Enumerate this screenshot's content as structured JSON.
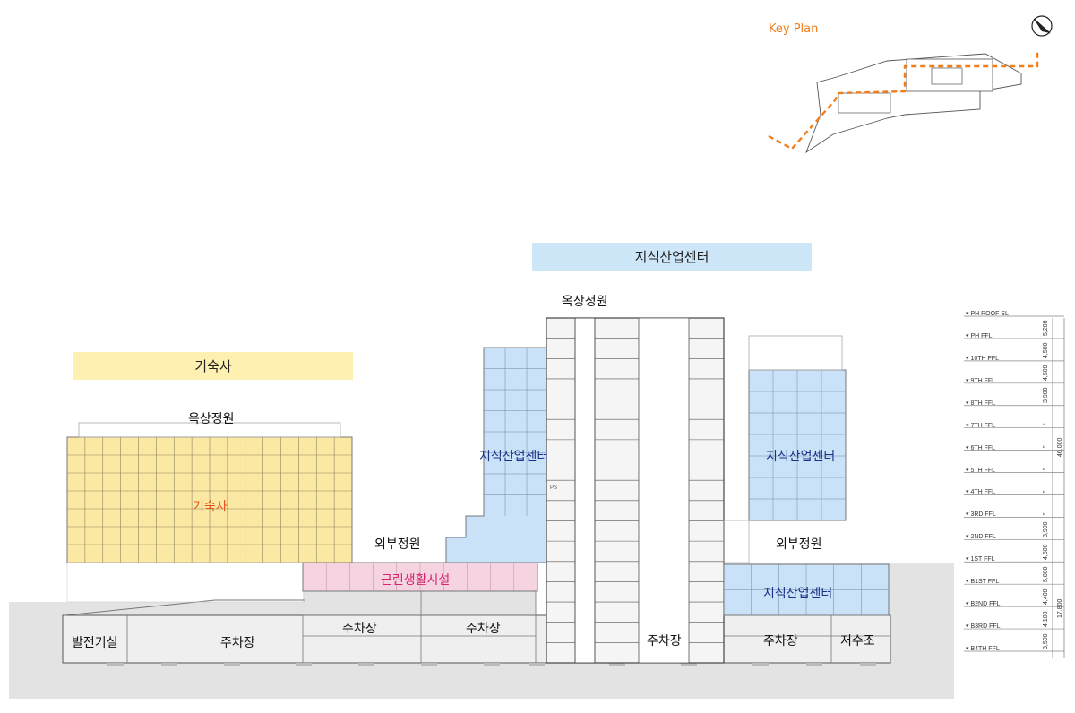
{
  "key_plan": {
    "title": "Key Plan",
    "accent": "#f07c1a"
  },
  "banners": {
    "knowledge_center": "지식산업센터",
    "dormitory": "기숙사"
  },
  "labels": {
    "rooftop_garden_dorm": "옥상정원",
    "rooftop_garden_center": "옥상정원",
    "dormitory": "기숙사",
    "knowledge_center_left": "지식산업센터",
    "knowledge_center_right": "지식산업센터",
    "knowledge_center_basement": "지식산업센터",
    "outdoor_garden_left": "외부정원",
    "outdoor_garden_right": "외부정원",
    "neighborhood_facility": "근린생활시설",
    "generator_room": "발전기실",
    "parking_1": "주차장",
    "parking_2": "주차장",
    "parking_3": "주차장",
    "parking_4": "주차장",
    "parking_5": "주차장",
    "water_tank": "저수조",
    "ps": "PS"
  },
  "levels": [
    {
      "name": "PH ROOF SL",
      "dim": "5,200"
    },
    {
      "name": "PH FFL",
      "dim": "4,500"
    },
    {
      "name": "10TH FFL",
      "dim": "4,500"
    },
    {
      "name": "9TH FFL",
      "dim": "3,900"
    },
    {
      "name": "8TH FFL",
      "dim": "\""
    },
    {
      "name": "7TH FFL",
      "dim": "\""
    },
    {
      "name": "6TH FFL",
      "dim": "\""
    },
    {
      "name": "5TH FFL",
      "dim": "\""
    },
    {
      "name": "4TH FFL",
      "dim": "\""
    },
    {
      "name": "3RD FFL",
      "dim": "3,900"
    },
    {
      "name": "2ND FFL",
      "dim": "4,500"
    },
    {
      "name": "1ST FFL",
      "dim": "5,800"
    },
    {
      "name": "B1ST FFL",
      "dim": "4,400"
    },
    {
      "name": "B2ND FFL",
      "dim": "4,100"
    },
    {
      "name": "B3RD FFL",
      "dim": "3,500"
    },
    {
      "name": "B4TH FFL",
      "dim": ""
    }
  ],
  "totals": {
    "above": "46,000",
    "below": "17,800"
  },
  "colors": {
    "dormitory_fill": "#fbe9a3",
    "dorm_banner": "#fdf0b0",
    "office_fill": "#c9e2f7",
    "center_banner": "#cde7f8",
    "retail_fill": "#f6d3e0",
    "retail_text": "#d6246e",
    "dorm_text": "#e8541e",
    "office_text": "#1b2f86",
    "ground": "#e3e3e3"
  }
}
